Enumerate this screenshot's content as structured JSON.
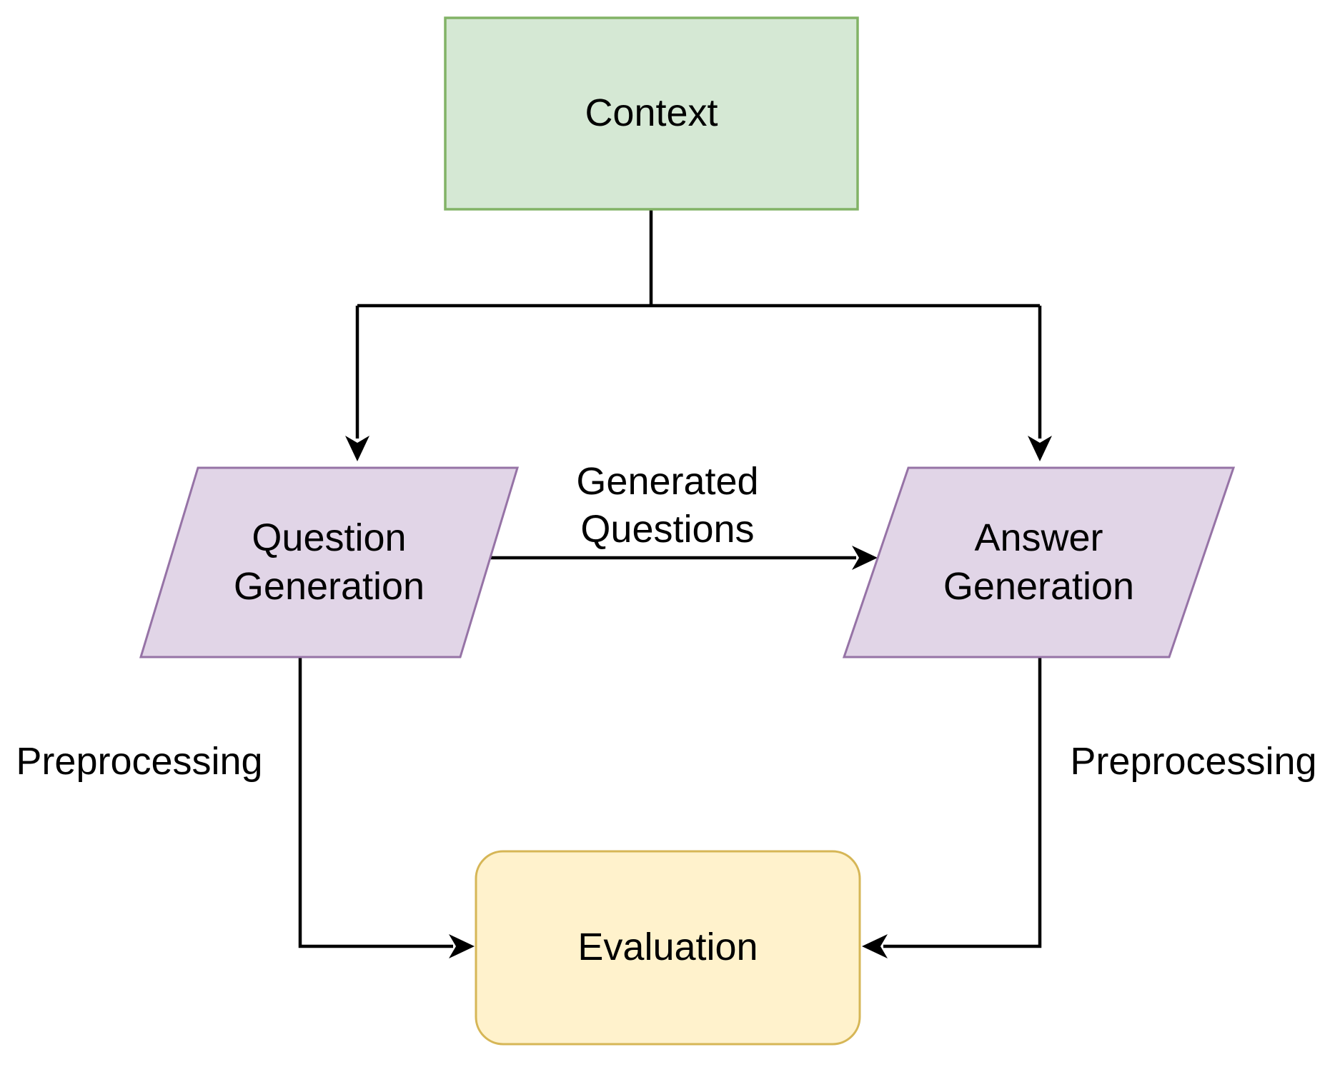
{
  "diagram": {
    "type": "flowchart",
    "background": "#ffffff",
    "nodes": {
      "context": {
        "label": "Context",
        "shape": "rectangle"
      },
      "question_generation": {
        "line1": "Question",
        "line2": "Generation",
        "shape": "parallelogram"
      },
      "answer_generation": {
        "line1": "Answer",
        "line2": "Generation",
        "shape": "parallelogram"
      },
      "evaluation": {
        "label": "Evaluation",
        "shape": "rounded-rectangle"
      }
    },
    "edge_labels": {
      "generated_questions": {
        "line1": "Generated",
        "line2": "Questions"
      },
      "preprocessing_left": "Preprocessing",
      "preprocessing_right": "Preprocessing"
    },
    "edges": [
      {
        "from": "context",
        "to": "question_generation",
        "label": ""
      },
      {
        "from": "context",
        "to": "answer_generation",
        "label": ""
      },
      {
        "from": "question_generation",
        "to": "answer_generation",
        "label": "Generated Questions"
      },
      {
        "from": "question_generation",
        "to": "evaluation",
        "label": "Preprocessing"
      },
      {
        "from": "answer_generation",
        "to": "evaluation",
        "label": "Preprocessing"
      }
    ],
    "colors": {
      "context_fill": "#d5e8d4",
      "context_stroke": "#82b366",
      "process_fill": "#e1d5e7",
      "process_stroke": "#9673a6",
      "evaluation_fill": "#fff2cc",
      "evaluation_stroke": "#d6b656",
      "connector": "#000000",
      "text": "#000000"
    }
  }
}
